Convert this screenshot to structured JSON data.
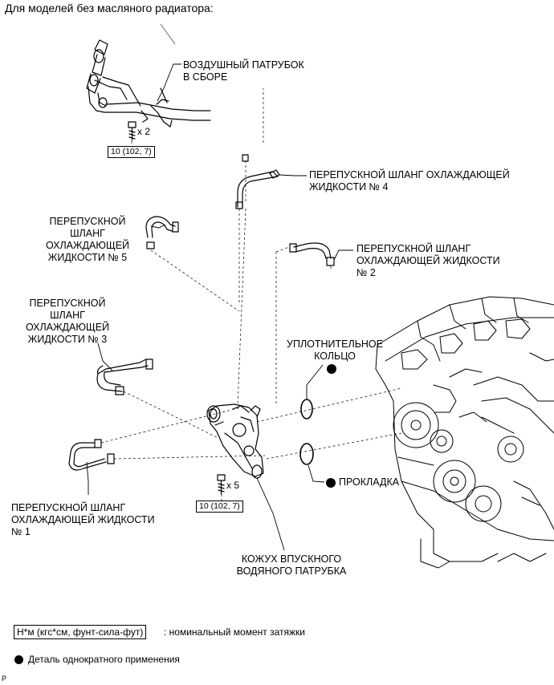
{
  "title": "Для моделей без масляного радиатора:",
  "labels": {
    "air_pipe": "ВОЗДУШНЫЙ ПАТРУБОК\nВ СБОРЕ",
    "hose4": "ПЕРЕПУСКНОЙ ШЛАНГ ОХЛАЖДАЮЩЕЙ\nЖИДКОСТИ № 4",
    "hose5": "ПЕРЕПУСКНОЙ\nШЛАНГ\nОХЛАЖДАЮЩЕЙ\nЖИДКОСТИ № 5",
    "hose2": "ПЕРЕПУСКНОЙ ШЛАНГ\nОХЛАЖДАЮЩЕЙ ЖИДКОСТИ\n№ 2",
    "hose3": "ПЕРЕПУСКНОЙ\nШЛАНГ\nОХЛАЖДАЮЩЕЙ\nЖИДКОСТИ № 3",
    "o_ring": "УПЛОТНИТЕЛЬНОЕ\nКОЛЬЦО",
    "gasket": "ПРОКЛАДКА",
    "hose1": "ПЕРЕПУСКНОЙ ШЛАНГ\nОХЛАЖДАЮЩЕЙ ЖИДКОСТИ\n№ 1",
    "housing": "КОЖУХ ВПУСКНОГО\nВОДЯНОГО ПАТРУБКА"
  },
  "torques": {
    "top": "10 (102, 7)",
    "bottom": "10 (102, 7)"
  },
  "quantities": {
    "top": "x 2",
    "bottom": "x 5"
  },
  "legend": {
    "torque_box": "Н*м (кгс*см, фунт-сила-фут)",
    "torque_text": ": номинальный момент затяжки",
    "single_use": "Деталь однократного применения"
  },
  "footer_code": "P"
}
